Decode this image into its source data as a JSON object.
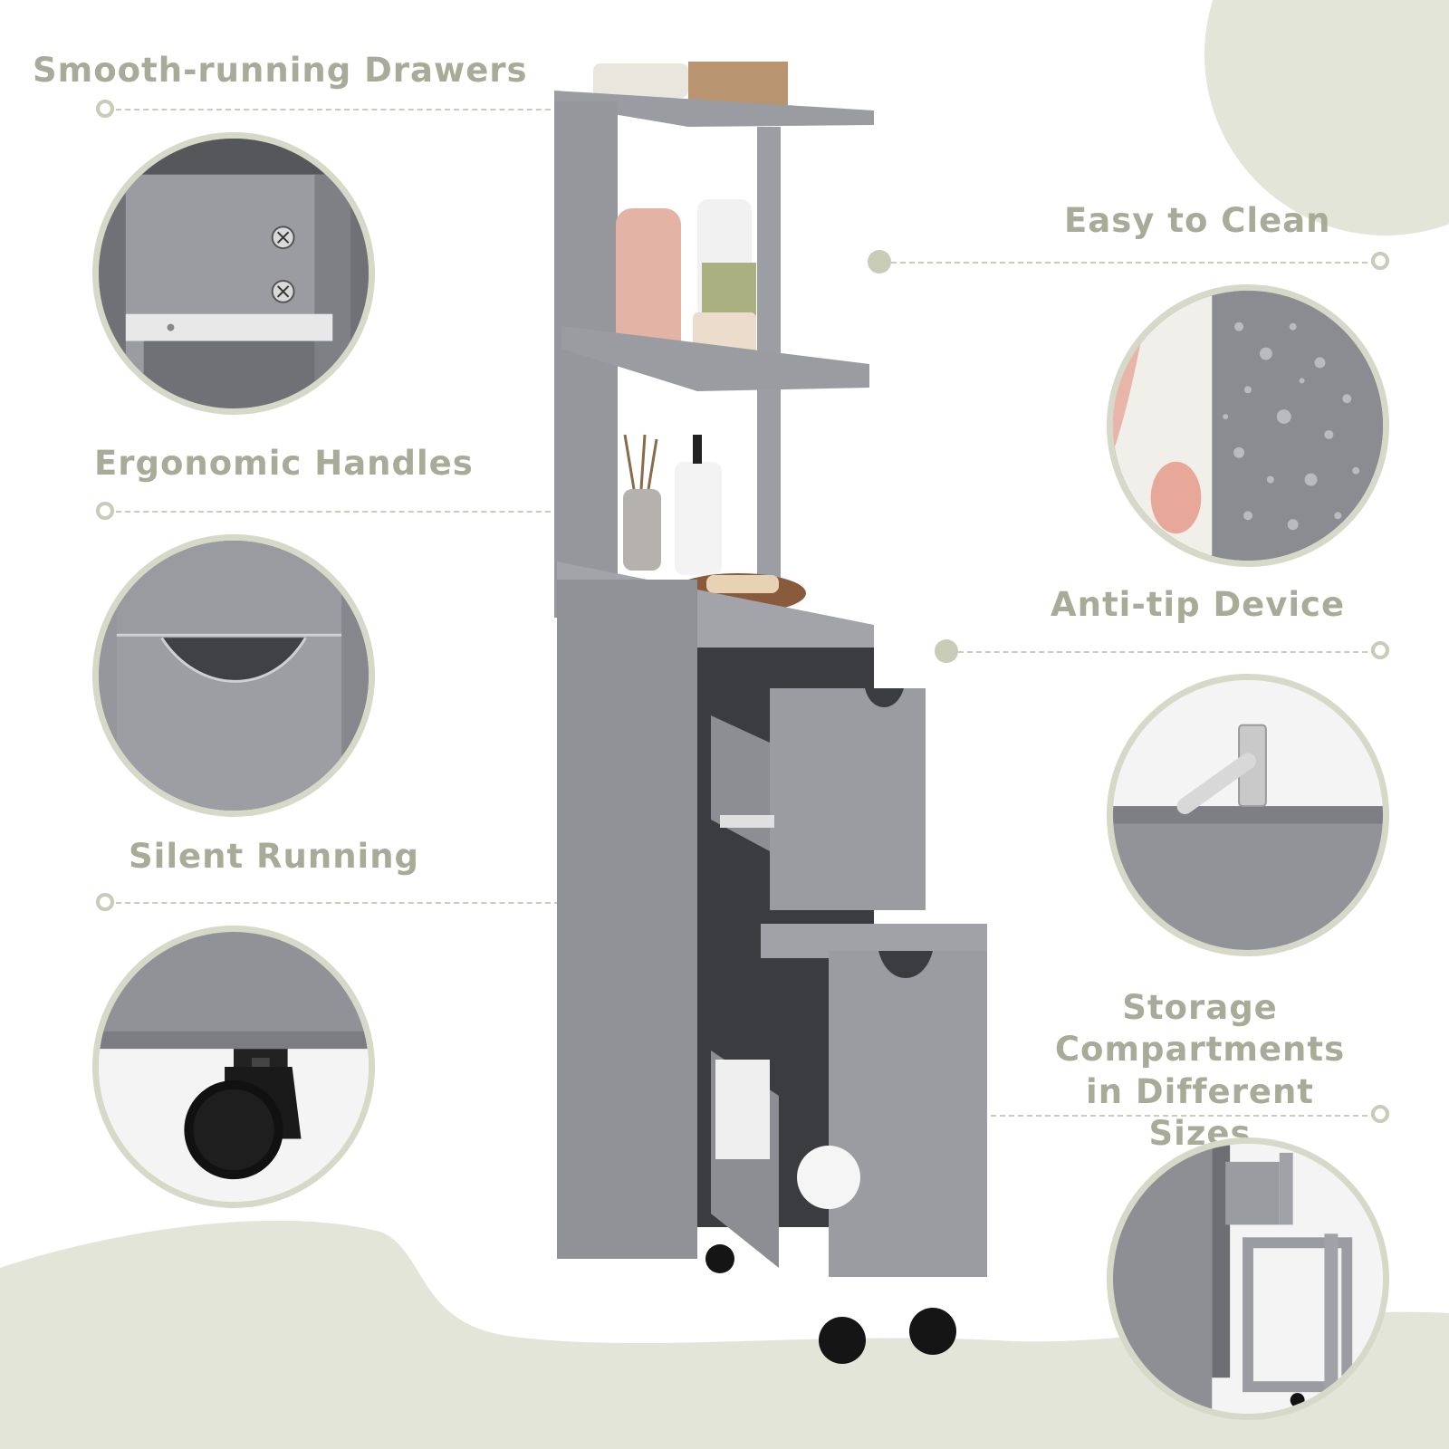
{
  "features": {
    "left": [
      {
        "id": "drawers",
        "label": "Smooth-running Drawers",
        "icon": "drawer-slide-closeup"
      },
      {
        "id": "handles",
        "label": "Ergonomic Handles",
        "icon": "cutout-handle-closeup"
      },
      {
        "id": "running",
        "label": "Silent Running",
        "icon": "caster-wheel-closeup"
      }
    ],
    "right": [
      {
        "id": "clean",
        "label": "Easy to Clean",
        "icon": "water-droplets-closeup"
      },
      {
        "id": "antitip",
        "label": "Anti-tip Device",
        "icon": "wall-bracket-closeup"
      },
      {
        "id": "storage",
        "label": "Storage Compartments in Different Sizes",
        "icon": "open-drawers-closeup"
      }
    ]
  },
  "colors": {
    "accent": "#c8cbb6",
    "label": "#a8ab98",
    "cabinet": "#8f9196",
    "background_shape": "#e3e5d9"
  }
}
